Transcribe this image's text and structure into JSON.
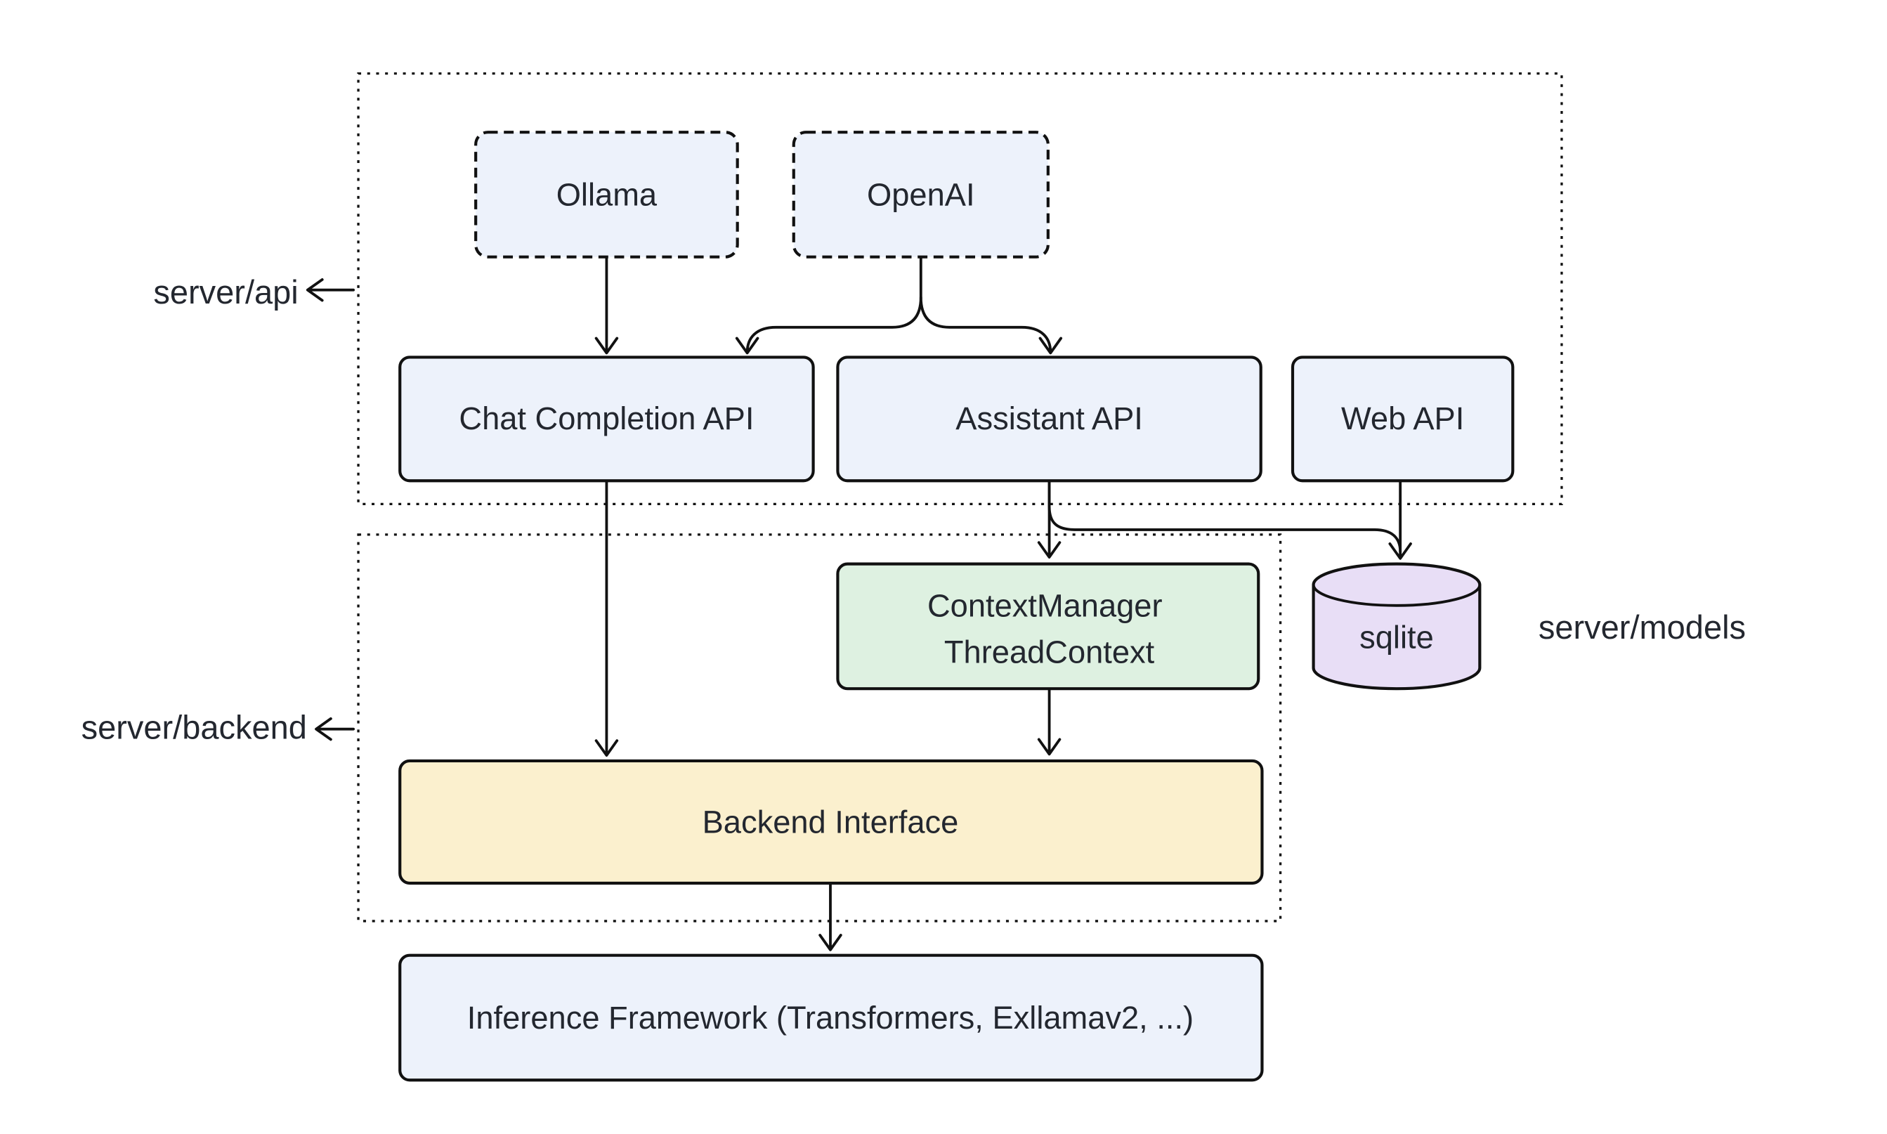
{
  "diagram": {
    "labels": {
      "server_api": "server/api",
      "server_backend": "server/backend",
      "server_models": "server/models"
    },
    "nodes": {
      "ollama": "Ollama",
      "openai": "OpenAI",
      "chat_completion_api": "Chat Completion API",
      "assistant_api": "Assistant API",
      "web_api": "Web API",
      "context_manager_line1": "ContextManager",
      "context_manager_line2": "ThreadContext",
      "sqlite": "sqlite",
      "backend_interface": "Backend Interface",
      "inference_framework": "Inference Framework (Transformers, Exllamav2, ...)"
    },
    "colors": {
      "node_blue": "#edf2fb",
      "node_green": "#def1e1",
      "node_yellow": "#fbf0ce",
      "node_purple": "#e8def6",
      "line": "#111111",
      "text": "#23272f",
      "background": "#ffffff"
    }
  }
}
